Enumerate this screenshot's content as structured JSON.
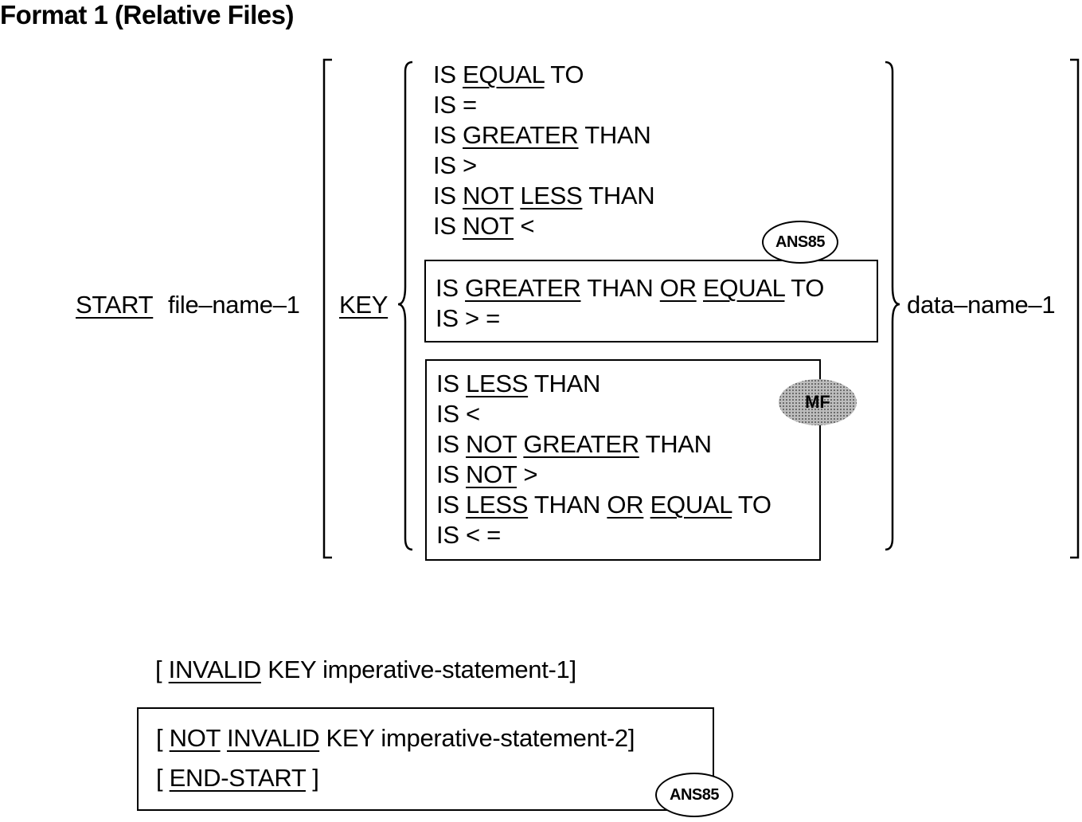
{
  "title": "Format 1 (Relative Files)",
  "statement": {
    "verb": "START",
    "operand": "file–name–1",
    "key": "KEY",
    "target": "data–name–1"
  },
  "std_conditions": [
    {
      "text": "IS EQUAL TO",
      "underlined": [
        "EQUAL"
      ]
    },
    {
      "text": "IS =",
      "underlined": []
    },
    {
      "text": "IS GREATER THAN",
      "underlined": [
        "GREATER"
      ]
    },
    {
      "text": "IS >",
      "underlined": []
    },
    {
      "text": "IS NOT LESS THAN",
      "underlined": [
        "NOT",
        "LESS"
      ]
    },
    {
      "text": "IS NOT <",
      "underlined": [
        "NOT"
      ]
    }
  ],
  "ans85_conditions": [
    {
      "text": "IS GREATER THAN OR EQUAL TO",
      "underlined": [
        "GREATER",
        "OR",
        "EQUAL"
      ]
    },
    {
      "text": "IS > =",
      "underlined": []
    }
  ],
  "mf_conditions": [
    {
      "text": "IS LESS THAN",
      "underlined": [
        "LESS"
      ]
    },
    {
      "text": "IS <",
      "underlined": []
    },
    {
      "text": "IS NOT GREATER THAN",
      "underlined": [
        "NOT",
        "GREATER"
      ]
    },
    {
      "text": "IS NOT >",
      "underlined": [
        "NOT"
      ]
    },
    {
      "text": "IS LESS THAN OR EQUAL TO",
      "underlined": [
        "LESS",
        "OR",
        "EQUAL"
      ]
    },
    {
      "text": "IS < =",
      "underlined": []
    }
  ],
  "badges": {
    "ans85_top": "ANS85",
    "mf": "MF",
    "ans85_bottom": "ANS85"
  },
  "invalid_key_clause": {
    "text": "[ INVALID KEY imperative-statement-1]",
    "underlined": [
      "INVALID"
    ]
  },
  "ans85_clauses": [
    {
      "text": "[ NOT INVALID KEY imperative-statement-2]",
      "underlined": [
        "NOT",
        "INVALID"
      ]
    },
    {
      "text": "[ END-START ]",
      "underlined": [
        "END-START"
      ]
    }
  ]
}
